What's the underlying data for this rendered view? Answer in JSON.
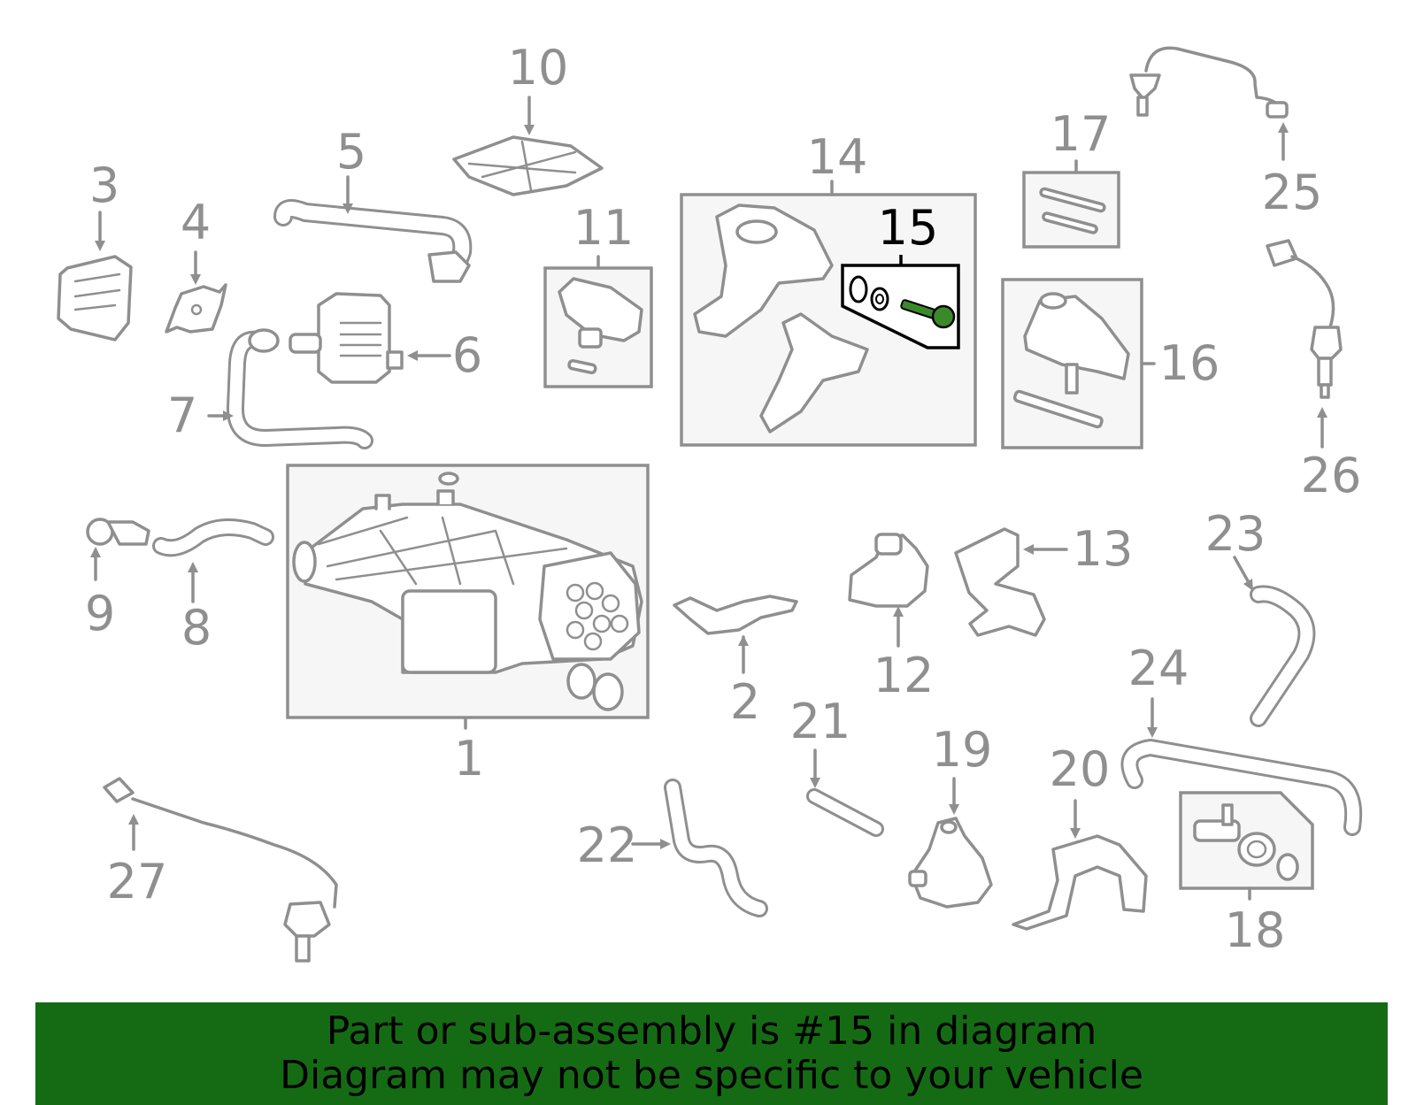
{
  "colors": {
    "banner_bg": "#156b14",
    "line_gray": "#8f8f8f",
    "highlight": "#000000",
    "part_highlight": "#3a8a2a",
    "box_fill": "#f6f6f6"
  },
  "highlighted_part": "15",
  "labels": {
    "p1": "1",
    "p2": "2",
    "p3": "3",
    "p4": "4",
    "p5": "5",
    "p6": "6",
    "p7": "7",
    "p8": "8",
    "p9": "9",
    "p10": "10",
    "p11": "11",
    "p12": "12",
    "p13": "13",
    "p14": "14",
    "p15": "15",
    "p16": "16",
    "p17": "17",
    "p18": "18",
    "p19": "19",
    "p20": "20",
    "p21": "21",
    "p22": "22",
    "p23": "23",
    "p24": "24",
    "p25": "25",
    "p26": "26",
    "p27": "27"
  },
  "banner": {
    "line1": "Part or sub-assembly is #15 in diagram",
    "line2": "Diagram may not be specific to your vehicle"
  }
}
